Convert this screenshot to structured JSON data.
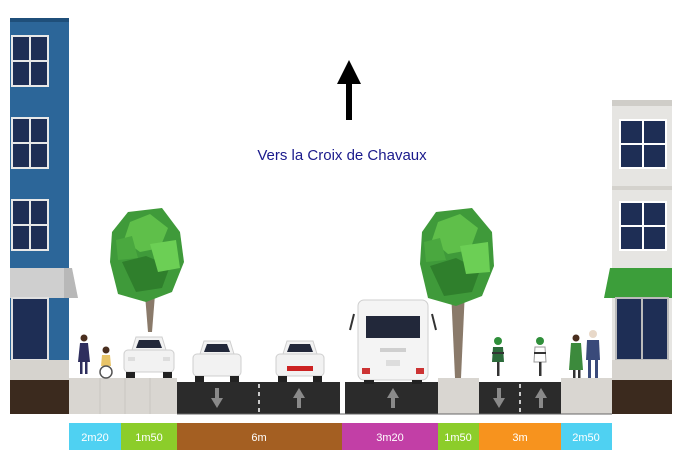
{
  "direction": {
    "label": "Vers la Croix de Chavaux",
    "arrow_icon": "arrow-up-icon"
  },
  "segments": [
    {
      "id": "sidewalk-left",
      "label": "2m20",
      "color": "#4fd1f2"
    },
    {
      "id": "planting-left",
      "label": "1m50",
      "color": "#8ccd2a"
    },
    {
      "id": "car-lanes",
      "label": "6m",
      "color": "#a45f22"
    },
    {
      "id": "bus-lane",
      "label": "3m20",
      "color": "#c23fa6"
    },
    {
      "id": "planting-right",
      "label": "1m50",
      "color": "#8ccd2a"
    },
    {
      "id": "bike-lanes",
      "label": "3m",
      "color": "#f7931e"
    },
    {
      "id": "sidewalk-right",
      "label": "2m50",
      "color": "#4fd1f2"
    }
  ],
  "colors": {
    "building_left": "#2c6699",
    "building_right": "#e6e5e2",
    "awning": "#3c9e3a",
    "asphalt": "#2b2b2b",
    "sidewalk": "#d9d6d1",
    "tree": "#3f9a3a",
    "label_text": "#1a1a8c"
  }
}
